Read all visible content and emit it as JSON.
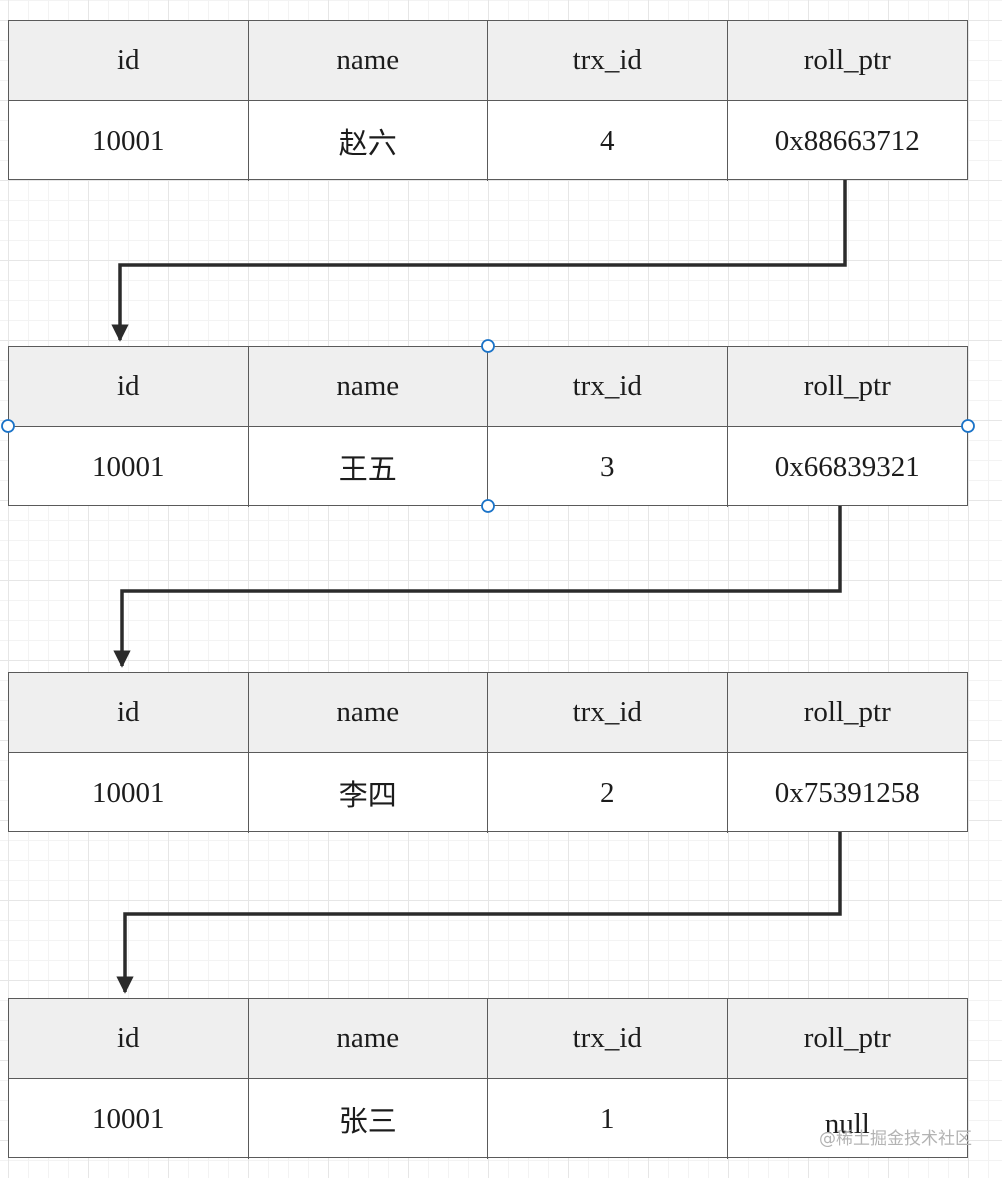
{
  "columns": [
    "id",
    "name",
    "trx_id",
    "roll_ptr"
  ],
  "records": [
    {
      "id": "10001",
      "name": "赵六",
      "trx_id": "4",
      "roll_ptr": "0x88663712"
    },
    {
      "id": "10001",
      "name": "王五",
      "trx_id": "3",
      "roll_ptr": "0x66839321"
    },
    {
      "id": "10001",
      "name": "李四",
      "trx_id": "2",
      "roll_ptr": "0x75391258"
    },
    {
      "id": "10001",
      "name": "张三",
      "trx_id": "1",
      "roll_ptr": "null"
    }
  ],
  "watermark": "@稀土掘金技术社区",
  "colors": {
    "header_fill": "#efefef",
    "border": "#5a5a5a",
    "arrow": "#2b2b2b",
    "selection_handle": "#1a73c8"
  }
}
